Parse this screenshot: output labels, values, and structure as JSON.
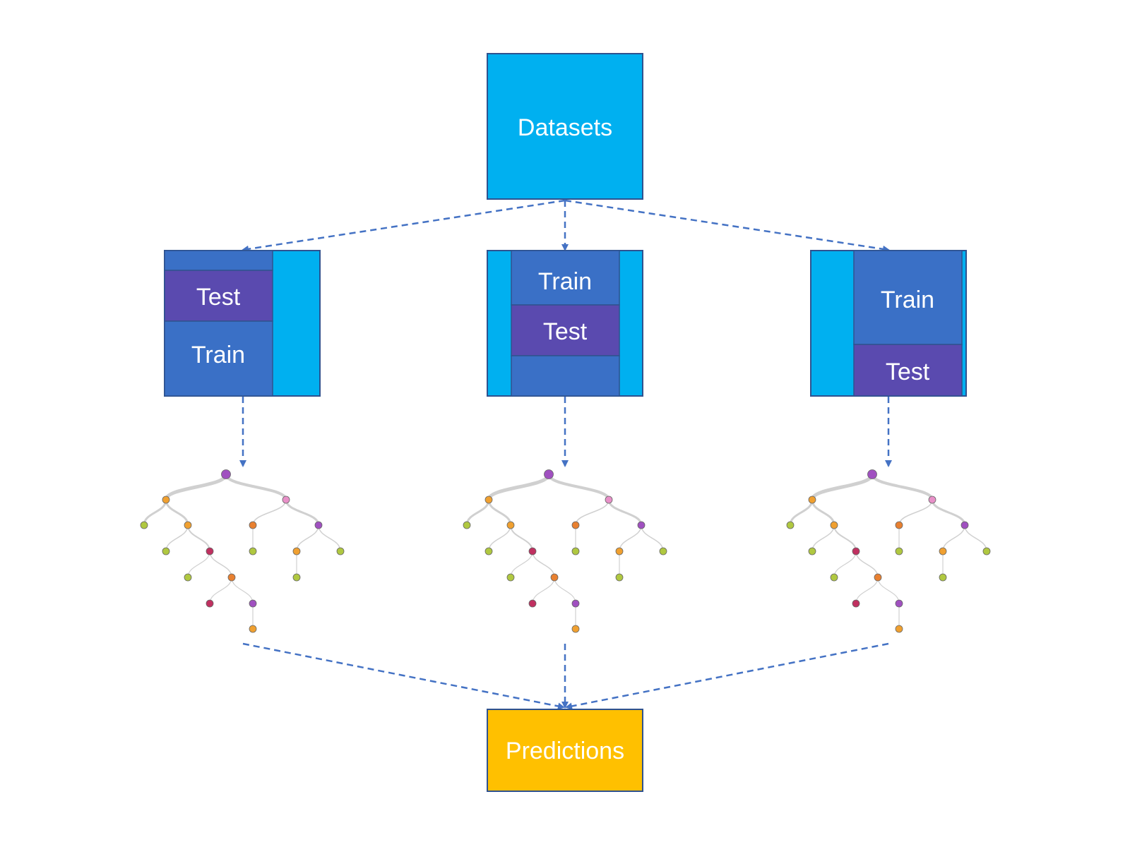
{
  "datasets": {
    "label": "Datasets"
  },
  "folds": [
    {
      "test_label": "Test",
      "train_label": "Train"
    },
    {
      "train_label": "Train",
      "test_label": "Test"
    },
    {
      "train_label": "Train",
      "test_label": "Test"
    }
  ],
  "predictions": {
    "label": "Predictions"
  },
  "colors": {
    "datasets_fill": "#00b0f0",
    "train_fill": "#3a70c6",
    "test_fill": "#5a4aaf",
    "predictions_fill": "#ffc000",
    "arrow": "#4472c4",
    "tree_branch": "#d0d0d0",
    "node_root": "#a050c0",
    "node_orange": "#f0a030",
    "node_pink": "#e890c8",
    "node_green": "#b0c840",
    "node_crimson": "#c03060",
    "node_purple": "#a050c0",
    "node_darkorange": "#e88030"
  }
}
